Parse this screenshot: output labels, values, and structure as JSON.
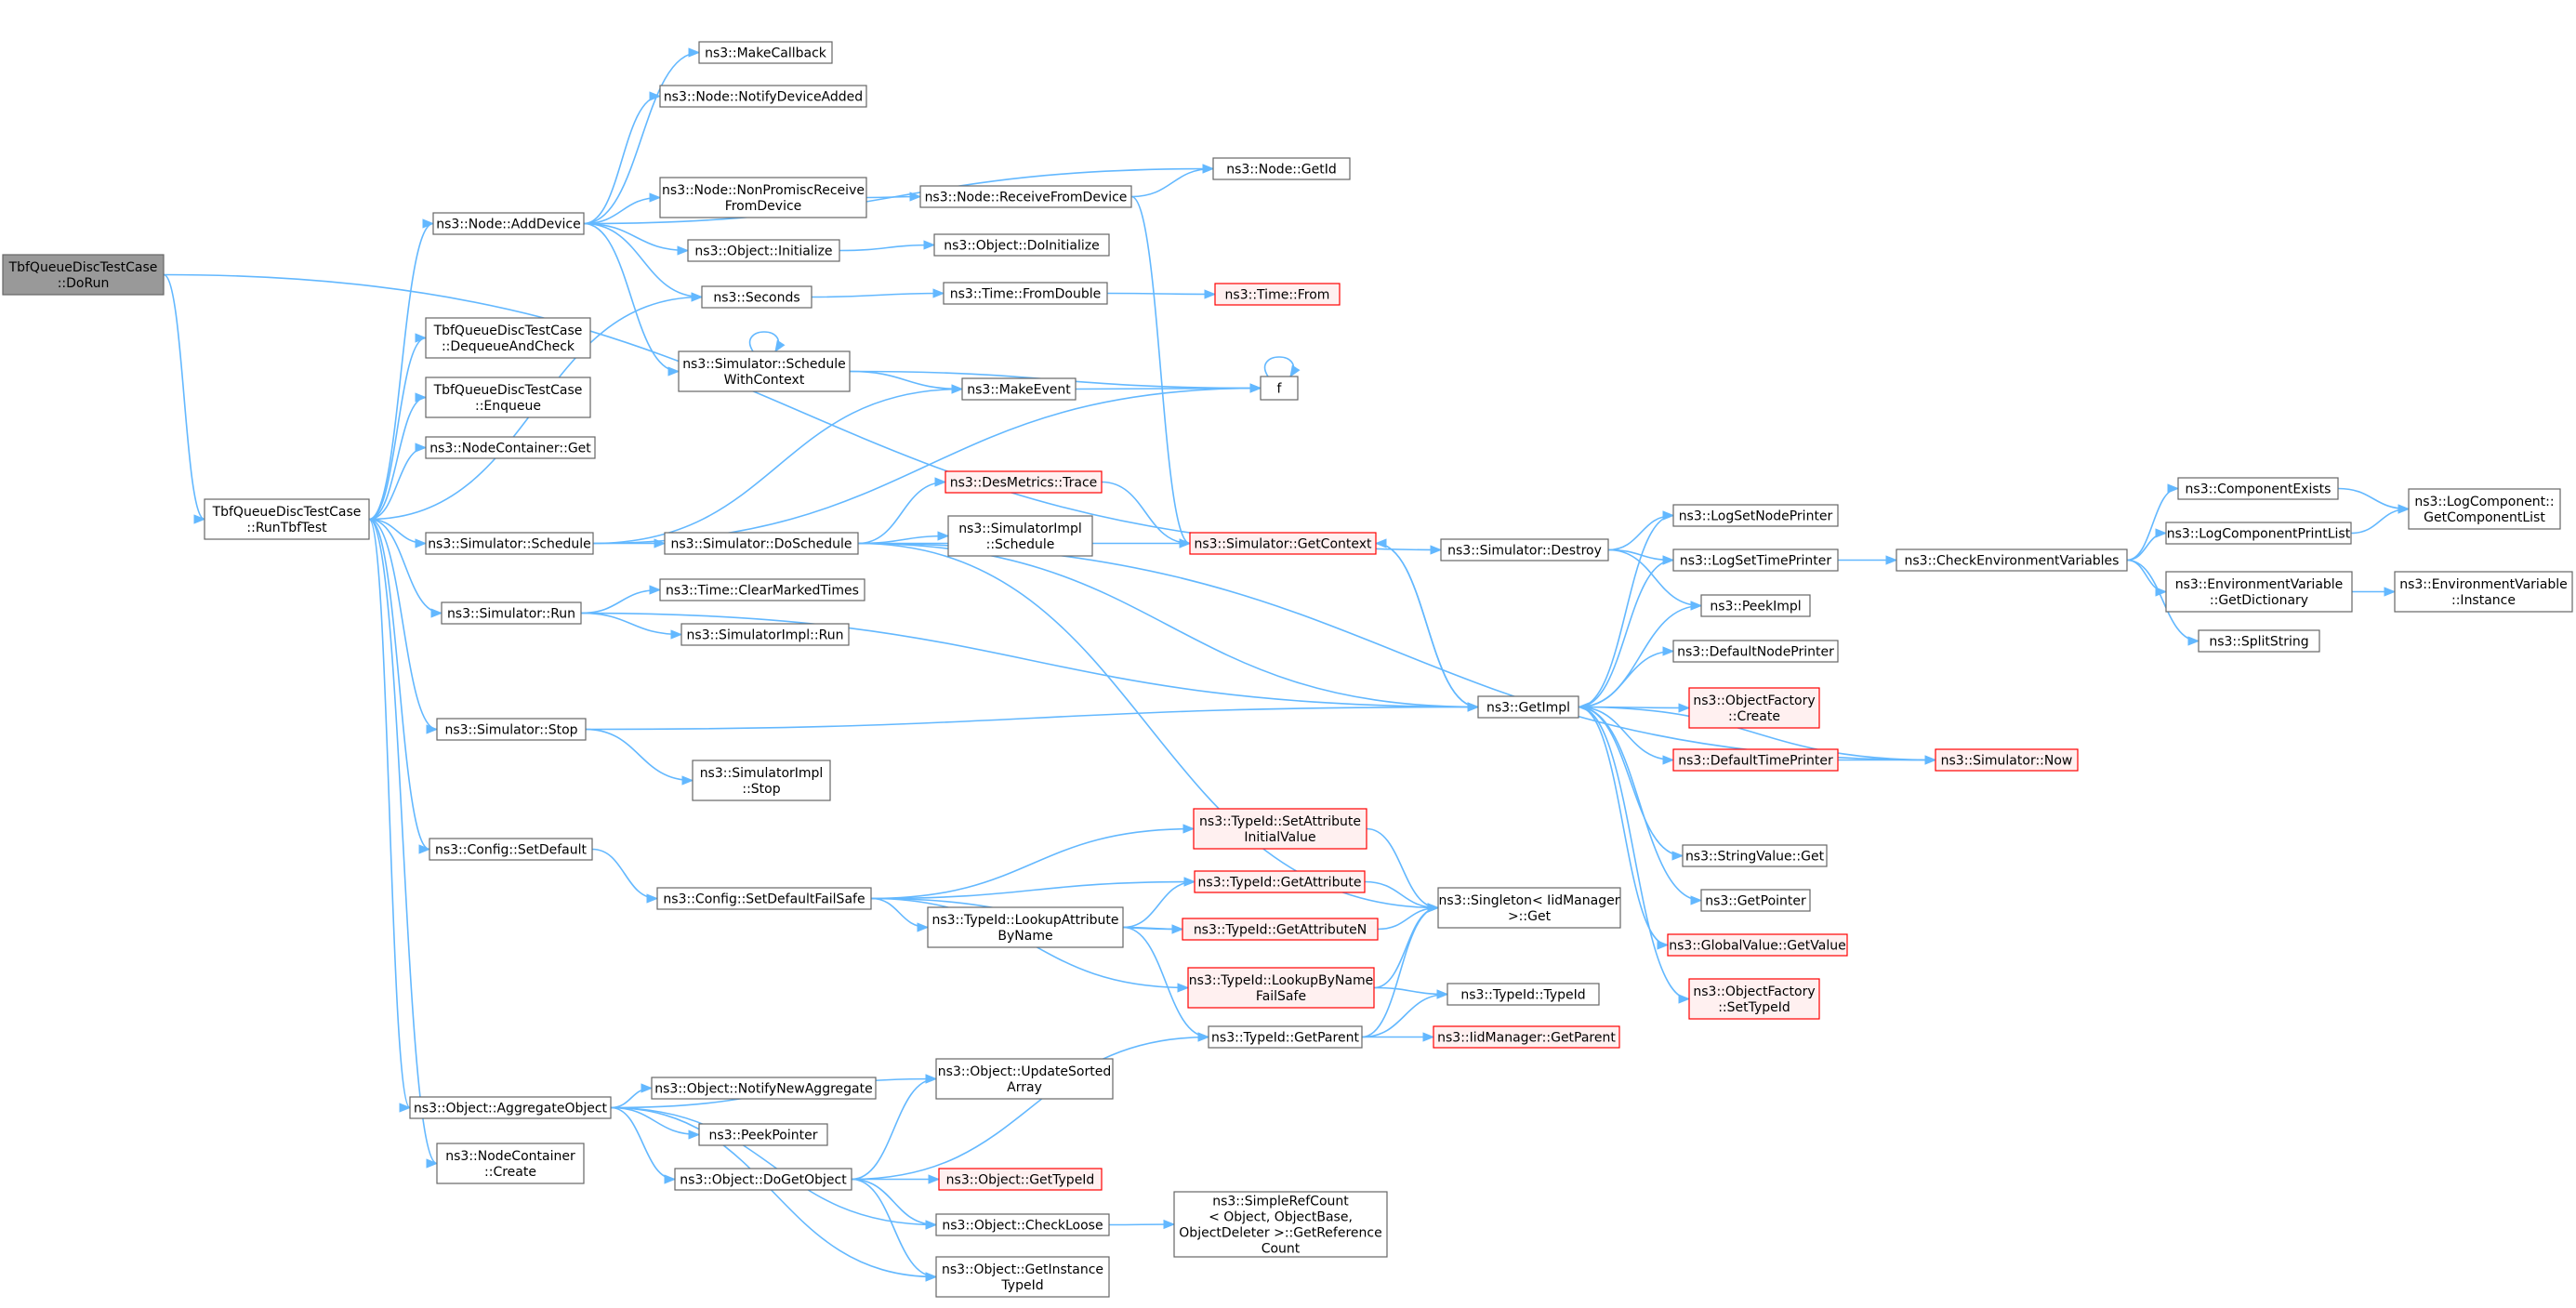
{
  "colors": {
    "edge": "#63b8ff",
    "node_border": "#666666",
    "truncated_border": "#ff0000",
    "root_fill": "#999999"
  },
  "nodes": [
    {
      "id": "dorun",
      "lines": [
        "TbfQueueDiscTestCase",
        "::DoRun"
      ],
      "kind": "root"
    },
    {
      "id": "runtbf",
      "lines": [
        "TbfQueueDiscTestCase",
        "::RunTbfTest"
      ]
    },
    {
      "id": "adddevice",
      "lines": [
        "ns3::Node::AddDevice"
      ]
    },
    {
      "id": "makecallback",
      "lines": [
        "ns3::MakeCallback"
      ]
    },
    {
      "id": "notifydevadded",
      "lines": [
        "ns3::Node::NotifyDeviceAdded"
      ]
    },
    {
      "id": "nonpromisc",
      "lines": [
        "ns3::Node::NonPromiscReceive",
        "FromDevice"
      ]
    },
    {
      "id": "receivefromdev",
      "lines": [
        "ns3::Node::ReceiveFromDevice"
      ]
    },
    {
      "id": "getid",
      "lines": [
        "ns3::Node::GetId"
      ]
    },
    {
      "id": "objinit",
      "lines": [
        "ns3::Object::Initialize"
      ]
    },
    {
      "id": "objdoinit",
      "lines": [
        "ns3::Object::DoInitialize"
      ]
    },
    {
      "id": "seconds",
      "lines": [
        "ns3::Seconds"
      ]
    },
    {
      "id": "fromdouble",
      "lines": [
        "ns3::Time::FromDouble"
      ]
    },
    {
      "id": "timefrom",
      "lines": [
        "ns3::Time::From"
      ],
      "kind": "red"
    },
    {
      "id": "schedctx",
      "lines": [
        "ns3::Simulator::Schedule",
        "WithContext"
      ]
    },
    {
      "id": "makeevent",
      "lines": [
        "ns3::MakeEvent"
      ]
    },
    {
      "id": "f",
      "lines": [
        "f"
      ]
    },
    {
      "id": "dequeue",
      "lines": [
        "TbfQueueDiscTestCase",
        "::DequeueAndCheck"
      ]
    },
    {
      "id": "enqueue",
      "lines": [
        "TbfQueueDiscTestCase",
        "::Enqueue"
      ]
    },
    {
      "id": "nodecontget",
      "lines": [
        "ns3::NodeContainer::Get"
      ]
    },
    {
      "id": "simsched",
      "lines": [
        "ns3::Simulator::Schedule"
      ]
    },
    {
      "id": "desmetrics",
      "lines": [
        "ns3::DesMetrics::Trace"
      ],
      "kind": "red"
    },
    {
      "id": "doschedule",
      "lines": [
        "ns3::Simulator::DoSchedule"
      ]
    },
    {
      "id": "simimplsched",
      "lines": [
        "ns3::SimulatorImpl",
        "::Schedule"
      ]
    },
    {
      "id": "getcontext",
      "lines": [
        "ns3::Simulator::GetContext"
      ],
      "kind": "red"
    },
    {
      "id": "simdestroy",
      "lines": [
        "ns3::Simulator::Destroy"
      ]
    },
    {
      "id": "simrun",
      "lines": [
        "ns3::Simulator::Run"
      ]
    },
    {
      "id": "clearmarked",
      "lines": [
        "ns3::Time::ClearMarkedTimes"
      ]
    },
    {
      "id": "simimplrun",
      "lines": [
        "ns3::SimulatorImpl::Run"
      ]
    },
    {
      "id": "simstop",
      "lines": [
        "ns3::Simulator::Stop"
      ]
    },
    {
      "id": "simimplstop",
      "lines": [
        "ns3::SimulatorImpl",
        "::Stop"
      ]
    },
    {
      "id": "getimpl",
      "lines": [
        "ns3::GetImpl"
      ]
    },
    {
      "id": "logsetnode",
      "lines": [
        "ns3::LogSetNodePrinter"
      ]
    },
    {
      "id": "logsettime",
      "lines": [
        "ns3::LogSetTimePrinter"
      ]
    },
    {
      "id": "peekimpl",
      "lines": [
        "ns3::PeekImpl"
      ]
    },
    {
      "id": "defnodeprinter",
      "lines": [
        "ns3::DefaultNodePrinter"
      ]
    },
    {
      "id": "objfactcreate",
      "lines": [
        "ns3::ObjectFactory",
        "::Create"
      ],
      "kind": "red"
    },
    {
      "id": "deftimeprinter",
      "lines": [
        "ns3::DefaultTimePrinter"
      ],
      "kind": "red"
    },
    {
      "id": "simnow",
      "lines": [
        "ns3::Simulator::Now"
      ],
      "kind": "red"
    },
    {
      "id": "stringvalget",
      "lines": [
        "ns3::StringValue::Get"
      ]
    },
    {
      "id": "getpointer",
      "lines": [
        "ns3::GetPointer"
      ]
    },
    {
      "id": "globalvalget",
      "lines": [
        "ns3::GlobalValue::GetValue"
      ],
      "kind": "red"
    },
    {
      "id": "objfactsettid",
      "lines": [
        "ns3::ObjectFactory",
        "::SetTypeId"
      ],
      "kind": "red"
    },
    {
      "id": "checkenv",
      "lines": [
        "ns3::CheckEnvironmentVariables"
      ]
    },
    {
      "id": "compexists",
      "lines": [
        "ns3::ComponentExists"
      ]
    },
    {
      "id": "logcompprint",
      "lines": [
        "ns3::LogComponentPrintList"
      ]
    },
    {
      "id": "envgetdict",
      "lines": [
        "ns3::EnvironmentVariable",
        "::GetDictionary"
      ]
    },
    {
      "id": "splitstring",
      "lines": [
        "ns3::SplitString"
      ]
    },
    {
      "id": "logcompget",
      "lines": [
        "ns3::LogComponent::",
        "GetComponentList"
      ]
    },
    {
      "id": "envinstance",
      "lines": [
        "ns3::EnvironmentVariable",
        "::Instance"
      ]
    },
    {
      "id": "cfgsetdefault",
      "lines": [
        "ns3::Config::SetDefault"
      ]
    },
    {
      "id": "cfgsetdefaultfs",
      "lines": [
        "ns3::Config::SetDefaultFailSafe"
      ]
    },
    {
      "id": "setattrinit",
      "lines": [
        "ns3::TypeId::SetAttribute",
        "InitialValue"
      ],
      "kind": "red"
    },
    {
      "id": "getattribute",
      "lines": [
        "ns3::TypeId::GetAttribute"
      ],
      "kind": "red"
    },
    {
      "id": "lookupattr",
      "lines": [
        "ns3::TypeId::LookupAttribute",
        "ByName"
      ]
    },
    {
      "id": "getattributen",
      "lines": [
        "ns3::TypeId::GetAttributeN"
      ],
      "kind": "red"
    },
    {
      "id": "singletonget",
      "lines": [
        "ns3::Singleton< IidManager",
        ">::Get"
      ]
    },
    {
      "id": "lookupbyname",
      "lines": [
        "ns3::TypeId::LookupByName",
        "FailSafe"
      ],
      "kind": "red"
    },
    {
      "id": "typeidtypeid",
      "lines": [
        "ns3::TypeId::TypeId"
      ]
    },
    {
      "id": "typeidgetparent",
      "lines": [
        "ns3::TypeId::GetParent"
      ]
    },
    {
      "id": "iidgetparent",
      "lines": [
        "ns3::IidManager::GetParent"
      ],
      "kind": "red"
    },
    {
      "id": "aggregate",
      "lines": [
        "ns3::Object::AggregateObject"
      ]
    },
    {
      "id": "updatesorted",
      "lines": [
        "ns3::Object::UpdateSorted",
        "Array"
      ]
    },
    {
      "id": "notifynewagg",
      "lines": [
        "ns3::Object::NotifyNewAggregate"
      ]
    },
    {
      "id": "peekpointer",
      "lines": [
        "ns3::PeekPointer"
      ]
    },
    {
      "id": "dogetobject",
      "lines": [
        "ns3::Object::DoGetObject"
      ]
    },
    {
      "id": "objgettypeid",
      "lines": [
        "ns3::Object::GetTypeId"
      ],
      "kind": "red"
    },
    {
      "id": "checkloose",
      "lines": [
        "ns3::Object::CheckLoose"
      ]
    },
    {
      "id": "simplerefcount",
      "lines": [
        "ns3::SimpleRefCount",
        "< Object, ObjectBase,",
        "ObjectDeleter >::GetReference",
        "Count"
      ]
    },
    {
      "id": "getinstancetid",
      "lines": [
        "ns3::Object::GetInstance",
        "TypeId"
      ]
    },
    {
      "id": "nodecontcreate",
      "lines": [
        "ns3::NodeContainer",
        "::Create"
      ]
    }
  ],
  "edges": [
    [
      "dorun",
      "runtbf"
    ],
    [
      "dorun",
      "simdestroy"
    ],
    [
      "runtbf",
      "adddevice"
    ],
    [
      "runtbf",
      "seconds"
    ],
    [
      "runtbf",
      "dequeue"
    ],
    [
      "runtbf",
      "enqueue"
    ],
    [
      "runtbf",
      "nodecontget"
    ],
    [
      "runtbf",
      "simsched"
    ],
    [
      "runtbf",
      "simrun"
    ],
    [
      "runtbf",
      "simstop"
    ],
    [
      "runtbf",
      "cfgsetdefault"
    ],
    [
      "runtbf",
      "aggregate"
    ],
    [
      "runtbf",
      "nodecontcreate"
    ],
    [
      "adddevice",
      "makecallback"
    ],
    [
      "adddevice",
      "notifydevadded"
    ],
    [
      "adddevice",
      "getid"
    ],
    [
      "adddevice",
      "nonpromisc"
    ],
    [
      "adddevice",
      "objinit"
    ],
    [
      "adddevice",
      "seconds"
    ],
    [
      "adddevice",
      "schedctx"
    ],
    [
      "nonpromisc",
      "receivefromdev"
    ],
    [
      "receivefromdev",
      "getid"
    ],
    [
      "receivefromdev",
      "getcontext"
    ],
    [
      "objinit",
      "objdoinit"
    ],
    [
      "seconds",
      "fromdouble"
    ],
    [
      "fromdouble",
      "timefrom"
    ],
    [
      "schedctx",
      "schedctx"
    ],
    [
      "schedctx",
      "makeevent"
    ],
    [
      "schedctx",
      "f"
    ],
    [
      "makeevent",
      "f"
    ],
    [
      "f",
      "f"
    ],
    [
      "simsched",
      "makeevent"
    ],
    [
      "simsched",
      "f"
    ],
    [
      "simsched",
      "doschedule"
    ],
    [
      "doschedule",
      "desmetrics"
    ],
    [
      "doschedule",
      "simimplsched"
    ],
    [
      "doschedule",
      "getcontext"
    ],
    [
      "doschedule",
      "simnow"
    ],
    [
      "doschedule",
      "getimpl"
    ],
    [
      "doschedule",
      "singletonget"
    ],
    [
      "desmetrics",
      "getcontext"
    ],
    [
      "getcontext",
      "getimpl"
    ],
    [
      "simrun",
      "clearmarked"
    ],
    [
      "simrun",
      "simimplrun"
    ],
    [
      "simrun",
      "getimpl"
    ],
    [
      "simstop",
      "getimpl"
    ],
    [
      "simstop",
      "simimplstop"
    ],
    [
      "simdestroy",
      "logsetnode"
    ],
    [
      "simdestroy",
      "logsettime"
    ],
    [
      "simdestroy",
      "peekimpl"
    ],
    [
      "getimpl",
      "logsetnode"
    ],
    [
      "getimpl",
      "logsettime"
    ],
    [
      "getimpl",
      "peekimpl"
    ],
    [
      "getimpl",
      "defnodeprinter"
    ],
    [
      "getimpl",
      "objfactcreate"
    ],
    [
      "getimpl",
      "deftimeprinter"
    ],
    [
      "getimpl",
      "stringvalget"
    ],
    [
      "getimpl",
      "getpointer"
    ],
    [
      "getimpl",
      "globalvalget"
    ],
    [
      "getimpl",
      "objfactsettid"
    ],
    [
      "getimpl",
      "getcontext"
    ],
    [
      "deftimeprinter",
      "simnow"
    ],
    [
      "simnow",
      "getimpl"
    ],
    [
      "logsettime",
      "checkenv"
    ],
    [
      "checkenv",
      "compexists"
    ],
    [
      "checkenv",
      "logcompprint"
    ],
    [
      "checkenv",
      "envgetdict"
    ],
    [
      "checkenv",
      "splitstring"
    ],
    [
      "compexists",
      "logcompget"
    ],
    [
      "logcompprint",
      "logcompget"
    ],
    [
      "envgetdict",
      "envinstance"
    ],
    [
      "cfgsetdefault",
      "cfgsetdefaultfs"
    ],
    [
      "cfgsetdefaultfs",
      "setattrinit"
    ],
    [
      "cfgsetdefaultfs",
      "getattribute"
    ],
    [
      "cfgsetdefaultfs",
      "lookupattr"
    ],
    [
      "cfgsetdefaultfs",
      "getattributen"
    ],
    [
      "cfgsetdefaultfs",
      "lookupbyname"
    ],
    [
      "lookupattr",
      "getattribute"
    ],
    [
      "lookupattr",
      "getattributen"
    ],
    [
      "lookupattr",
      "typeidgetparent"
    ],
    [
      "setattrinit",
      "singletonget"
    ],
    [
      "getattribute",
      "singletonget"
    ],
    [
      "getattributen",
      "singletonget"
    ],
    [
      "lookupbyname",
      "singletonget"
    ],
    [
      "lookupbyname",
      "typeidtypeid"
    ],
    [
      "typeidgetparent",
      "singletonget"
    ],
    [
      "typeidgetparent",
      "typeidtypeid"
    ],
    [
      "typeidgetparent",
      "iidgetparent"
    ],
    [
      "aggregate",
      "updatesorted"
    ],
    [
      "aggregate",
      "notifynewagg"
    ],
    [
      "aggregate",
      "peekpointer"
    ],
    [
      "aggregate",
      "dogetobject"
    ],
    [
      "aggregate",
      "checkloose"
    ],
    [
      "aggregate",
      "getinstancetid"
    ],
    [
      "dogetobject",
      "updatesorted"
    ],
    [
      "dogetobject",
      "typeidgetparent"
    ],
    [
      "dogetobject",
      "objgettypeid"
    ],
    [
      "dogetobject",
      "checkloose"
    ],
    [
      "dogetobject",
      "getinstancetid"
    ],
    [
      "checkloose",
      "simplerefcount"
    ]
  ]
}
